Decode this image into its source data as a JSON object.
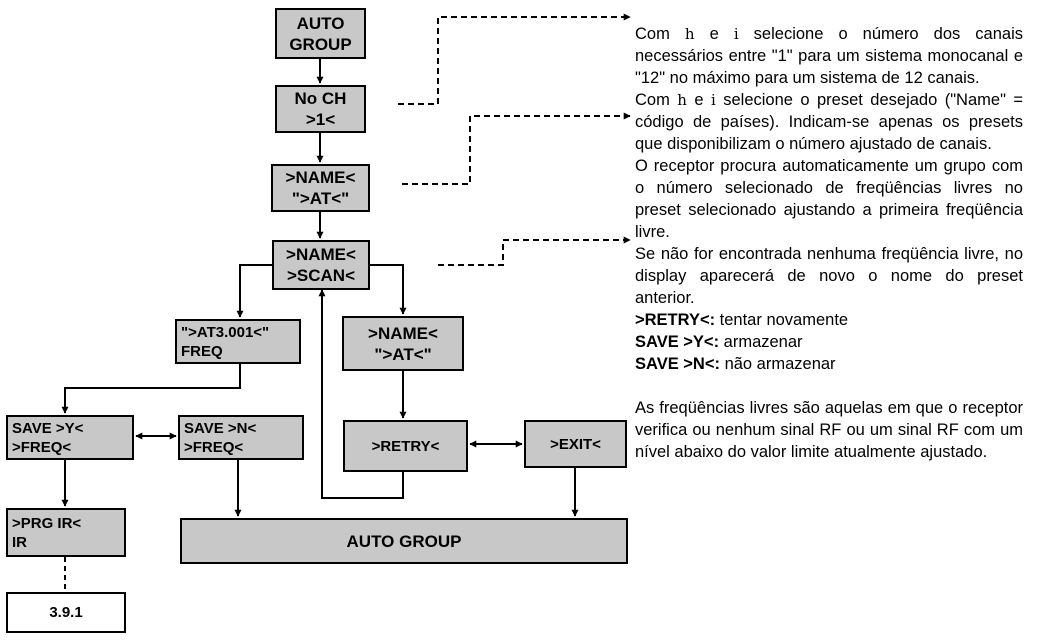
{
  "boxes": {
    "auto_group_top": [
      "AUTO",
      "GROUP"
    ],
    "no_ch": [
      "No CH",
      ">1<"
    ],
    "name_at": [
      ">NAME<",
      "\">AT<\""
    ],
    "name_scan": [
      ">NAME<",
      ">SCAN<"
    ],
    "freq_result": [
      "\">AT3.001<\"",
      "FREQ"
    ],
    "name_at_2": [
      ">NAME<",
      "\">AT<\""
    ],
    "save_y": [
      "SAVE >Y<",
      ">FREQ<"
    ],
    "save_n": [
      "SAVE >N<",
      ">FREQ<"
    ],
    "retry": ">RETRY<",
    "exit": ">EXIT<",
    "prg_ir": [
      ">PRG IR<",
      "IR"
    ],
    "auto_group_bottom": "AUTO GROUP",
    "ref": "3.9.1"
  },
  "description": {
    "p1_pre": "Com ",
    "p1_sym1": "h",
    "p1_mid": " e ",
    "p1_sym2": "i",
    "p1_post": "  selecione o número dos canais necessários entre \"1\" para um sistema monocanal e \"12\" no máximo para um sistema de 12 canais.",
    "p2_pre": "Com ",
    "p2_sym1": "h",
    "p2_mid": " e ",
    "p2_sym2": "i",
    "p2_post": "  selecione o preset desejado (\"Name\" = código de países). Indicam-se apenas os presets que disponibilizam o número ajustado de canais.",
    "p3": "O receptor procura automaticamente um grupo com o número selecionado de freqüências livres no preset selecionado ajustando a primeira freqüência livre.",
    "p4": "Se não for encontrada nenhuma freqüência livre, no display aparecerá de novo o nome do preset anterior.",
    "retry_label": ">RETRY<:",
    "retry_text": " tentar novamente",
    "save_y_label": "SAVE >Y<:",
    "save_y_text": " armazenar",
    "save_n_label": "SAVE >N<:",
    "save_n_text": " não armazenar",
    "p5": "As freqüências livres são aquelas em que o receptor verifica ou nenhum sinal RF ou um sinal RF com um nível abaixo do valor limite atualmente ajustado."
  }
}
